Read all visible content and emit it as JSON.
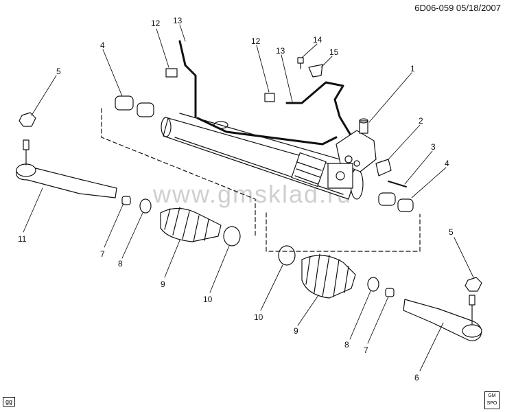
{
  "header": {
    "doc_id": "6D06-059 05/18/2007"
  },
  "watermark": "www.gmsklad.ru",
  "footer": {
    "left_tag": "gg",
    "right_logo": "GM SPO"
  },
  "callouts": [
    {
      "id": "c1",
      "label": "1"
    },
    {
      "id": "c2",
      "label": "2"
    },
    {
      "id": "c3",
      "label": "3"
    },
    {
      "id": "c4a",
      "label": "4"
    },
    {
      "id": "c4b",
      "label": "4"
    },
    {
      "id": "c5a",
      "label": "5"
    },
    {
      "id": "c5b",
      "label": "5"
    },
    {
      "id": "c6",
      "label": "6"
    },
    {
      "id": "c7a",
      "label": "7"
    },
    {
      "id": "c7b",
      "label": "7"
    },
    {
      "id": "c8a",
      "label": "8"
    },
    {
      "id": "c8b",
      "label": "8"
    },
    {
      "id": "c9a",
      "label": "9"
    },
    {
      "id": "c9b",
      "label": "9"
    },
    {
      "id": "c10a",
      "label": "10"
    },
    {
      "id": "c10b",
      "label": "10"
    },
    {
      "id": "c11",
      "label": "11"
    },
    {
      "id": "c12a",
      "label": "12"
    },
    {
      "id": "c12b",
      "label": "12"
    },
    {
      "id": "c13a",
      "label": "13"
    },
    {
      "id": "c13b",
      "label": "13"
    },
    {
      "id": "c14",
      "label": "14"
    },
    {
      "id": "c15",
      "label": "15"
    }
  ]
}
